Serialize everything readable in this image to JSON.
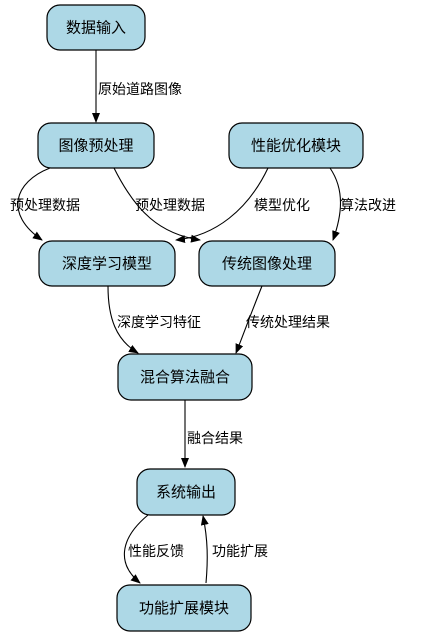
{
  "nodes": {
    "data_input": "数据输入",
    "preprocess": "图像预处理",
    "perf_opt": "性能优化模块",
    "deep_model": "深度学习模型",
    "trad_proc": "传统图像处理",
    "fusion": "混合算法融合",
    "output": "系统输出",
    "extension": "功能扩展模块"
  },
  "edges": {
    "input_to_preprocess": "原始道路图像",
    "preprocess_to_deep": "预处理数据",
    "preprocess_to_trad": "预处理数据",
    "opt_to_deep": "模型优化",
    "opt_to_trad": "算法改进",
    "deep_to_fusion": "深度学习特征",
    "trad_to_fusion": "传统处理结果",
    "fusion_to_output": "融合结果",
    "output_to_extension": "性能反馈",
    "extension_to_output": "功能扩展"
  }
}
